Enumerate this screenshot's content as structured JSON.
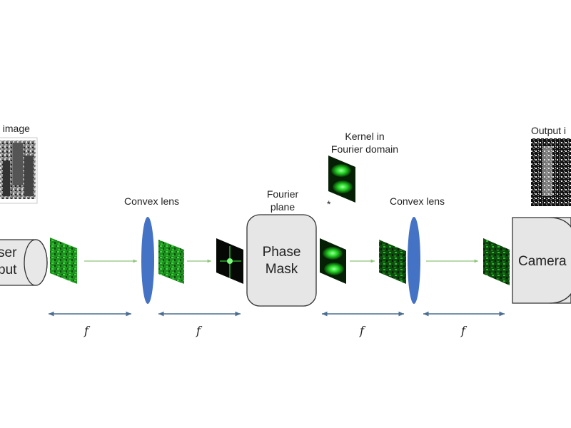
{
  "labels": {
    "input_image": "t image",
    "convex_lens_left": "Convex lens",
    "fourier_plane": "Fourier\nplane",
    "kernel": "Kernel in\nFourier domain",
    "convex_lens_right": "Convex lens",
    "output_image": "Output i",
    "laser_input": "ser\nput",
    "phase_mask": "Phase\nMask",
    "camera": "Camera",
    "convolution_symbol": "*",
    "focal_length": "f"
  },
  "colors": {
    "lens_blue": "#4472c4",
    "light_green": "#24d824",
    "arrow_green": "#8fc47a",
    "dimension_arrow": "#4a6e91",
    "box_fill": "#e6e6e6",
    "box_stroke": "#333333"
  }
}
